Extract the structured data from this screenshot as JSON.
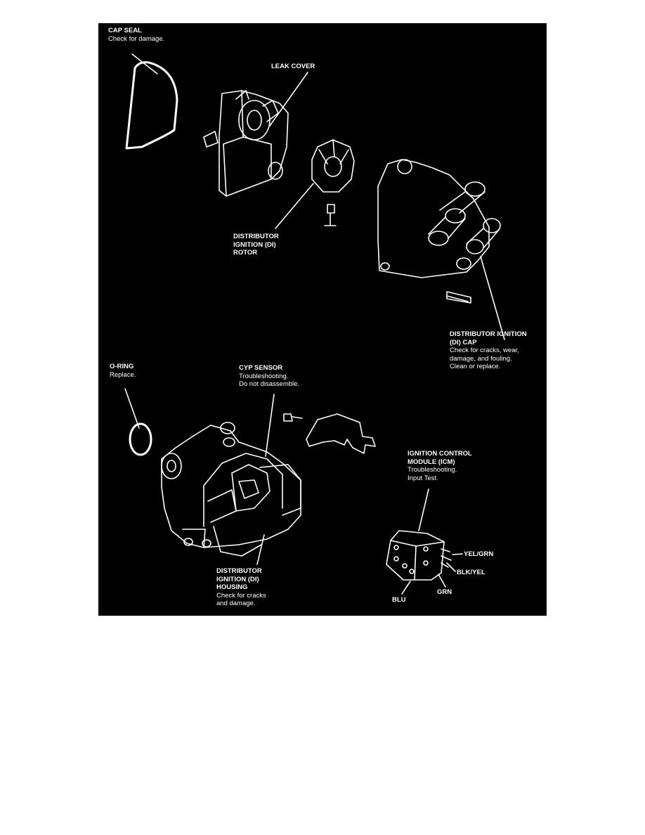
{
  "diagram": {
    "colors": {
      "background": "#000000",
      "ink": "#ffffff"
    },
    "labels": {
      "cap_seal": {
        "title": "CAP SEAL",
        "note": "Check for damage."
      },
      "leak_cover": {
        "title": "LEAK COVER"
      },
      "rotor": {
        "title_lines": [
          "DISTRIBUTOR",
          "IGNITION (DI)",
          "ROTOR"
        ]
      },
      "di_cap": {
        "title_lines": [
          "DISTRIBUTOR IGNITION",
          "(DI) CAP"
        ],
        "note_lines": [
          "Check for cracks, wear,",
          "damage, and fouling.",
          "Clean or replace."
        ]
      },
      "o_ring": {
        "title": "O-RING",
        "note": "Replace."
      },
      "cyp_sensor": {
        "title": "CYP SENSOR",
        "note_lines": [
          "Troubleshooting.",
          "Do not disassemble."
        ]
      },
      "icm": {
        "title_lines": [
          "IGNITION CONTROL",
          "MODULE (ICM)"
        ],
        "note_lines": [
          "Troubleshooting.",
          "Input Test."
        ]
      },
      "housing": {
        "title_lines": [
          "DISTRIBUTOR",
          "IGNITION (DI)",
          "HOUSING"
        ],
        "note_lines": [
          "Check for cracks",
          "and damage."
        ]
      },
      "wires": {
        "yel_grn": "YEL/GRN",
        "blk_yel": "BLK/YEL",
        "grn": "GRN",
        "blu": "BLU"
      }
    }
  }
}
